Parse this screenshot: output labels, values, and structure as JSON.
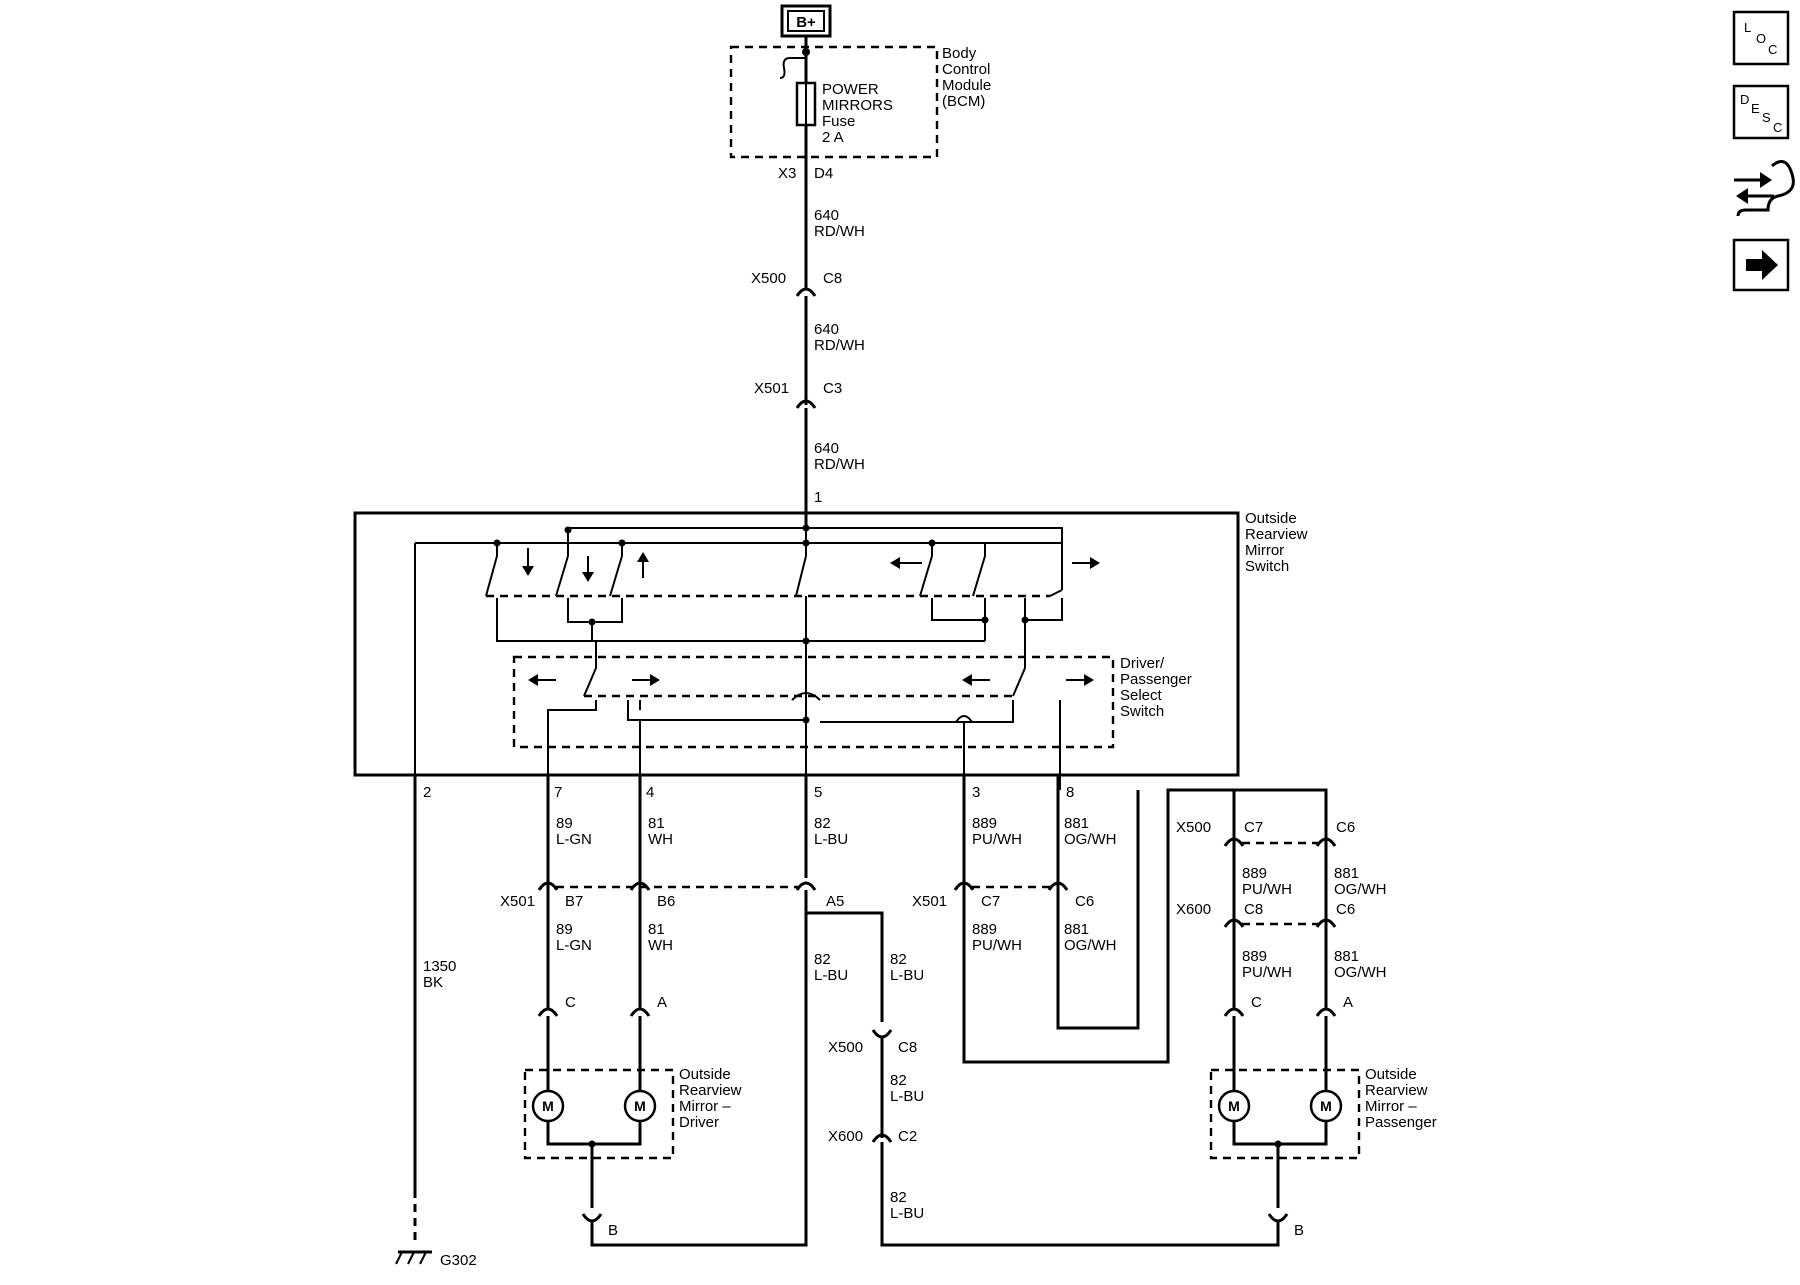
{
  "power": {
    "label": "B+"
  },
  "bcm": {
    "line1": "Body",
    "line2": "Control",
    "line3": "Module",
    "line4": "(BCM)"
  },
  "fuse": {
    "line1": "POWER",
    "line2": "MIRRORS",
    "line3": "Fuse",
    "line4": "2 A"
  },
  "bcm_pins": {
    "connector": "X3",
    "pin": "D4"
  },
  "wires": {
    "w640_a": {
      "num": "640",
      "color": "RD/WH"
    },
    "w640_b": {
      "num": "640",
      "color": "RD/WH"
    },
    "w640_c": {
      "num": "640",
      "color": "RD/WH"
    },
    "w89_a": {
      "num": "89",
      "color": "L-GN"
    },
    "w89_b": {
      "num": "89",
      "color": "L-GN"
    },
    "w81_a": {
      "num": "81",
      "color": "WH"
    },
    "w81_b": {
      "num": "81",
      "color": "WH"
    },
    "w82_a": {
      "num": "82",
      "color": "L-BU"
    },
    "w82_b": {
      "num": "82",
      "color": "L-BU"
    },
    "w82_c": {
      "num": "82",
      "color": "L-BU"
    },
    "w82_d": {
      "num": "82",
      "color": "L-BU"
    },
    "w82_e": {
      "num": "82",
      "color": "L-BU"
    },
    "w889_a": {
      "num": "889",
      "color": "PU/WH"
    },
    "w889_b": {
      "num": "889",
      "color": "PU/WH"
    },
    "w889_c": {
      "num": "889",
      "color": "PU/WH"
    },
    "w889_d": {
      "num": "889",
      "color": "PU/WH"
    },
    "w881_a": {
      "num": "881",
      "color": "OG/WH"
    },
    "w881_b": {
      "num": "881",
      "color": "OG/WH"
    },
    "w881_c": {
      "num": "881",
      "color": "OG/WH"
    },
    "w881_d": {
      "num": "881",
      "color": "OG/WH"
    },
    "w1350": {
      "num": "1350",
      "color": "BK"
    }
  },
  "connectors": {
    "x500_top": {
      "name": "X500",
      "pin": "C8"
    },
    "x501_top": {
      "name": "X501",
      "pin": "C3"
    },
    "x501_b7": {
      "name": "X501",
      "pin": "B7"
    },
    "x501_b6": {
      "pin": "B6"
    },
    "x501_a5": {
      "pin": "A5"
    },
    "x501_c7": {
      "name": "X501",
      "pin": "C7"
    },
    "x501_c6": {
      "pin": "C6"
    },
    "x500_c8": {
      "name": "X500",
      "pin": "C8"
    },
    "x600_c2": {
      "name": "X600",
      "pin": "C2"
    },
    "x500_c7": {
      "name": "X500",
      "pin": "C7"
    },
    "x500_c6": {
      "pin": "C6"
    },
    "x600_c8": {
      "name": "X600",
      "pin": "C8"
    },
    "x600_c6": {
      "pin": "C6"
    }
  },
  "switch": {
    "line1": "Outside",
    "line2": "Rearview",
    "line3": "Mirror",
    "line4": "Switch",
    "pins": {
      "p1": "1",
      "p2": "2",
      "p7": "7",
      "p4": "4",
      "p5": "5",
      "p3": "3",
      "p8": "8"
    }
  },
  "select_switch": {
    "line1": "Driver/",
    "line2": "Passenger",
    "line3": "Select",
    "line4": "Switch"
  },
  "driver_mirror": {
    "line1": "Outside",
    "line2": "Rearview",
    "line3": "Mirror –",
    "line4": "Driver",
    "motor": "M",
    "pin_c": "C",
    "pin_a": "A",
    "pin_b": "B"
  },
  "passenger_mirror": {
    "line1": "Outside",
    "line2": "Rearview",
    "line3": "Mirror –",
    "line4": "Passenger",
    "motor": "M",
    "pin_c": "C",
    "pin_a": "A",
    "pin_b": "B"
  },
  "ground": {
    "label": "G302"
  },
  "nav": {
    "loc": {
      "l1": "L",
      "l2": "O",
      "l3": "C"
    },
    "desc": {
      "l1": "D",
      "l2": "E",
      "l3": "S",
      "l4": "C"
    },
    "connector_icon": "connector-icon",
    "next_icon": "arrow-right-icon"
  }
}
